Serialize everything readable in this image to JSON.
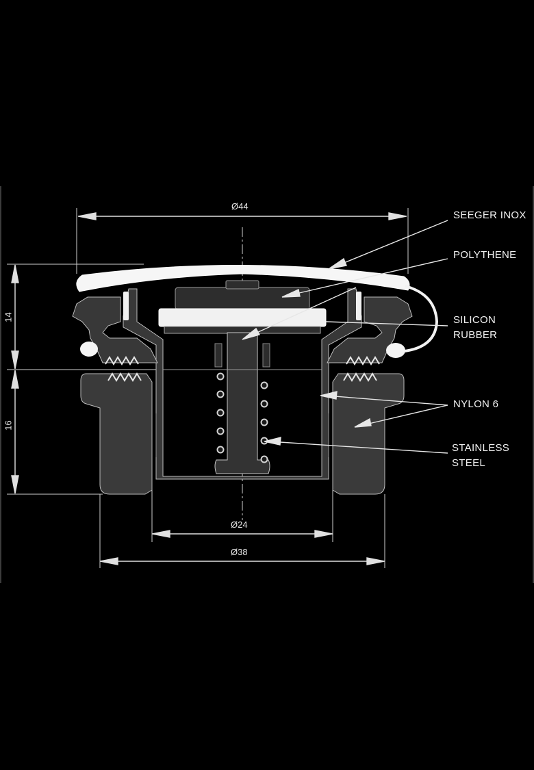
{
  "labels": {
    "seeger_inox": "SEEGER INOX",
    "polythene": "POLYTHENE",
    "silicon_line1": "SILICON",
    "silicon_line2": "RUBBER",
    "nylon": "NYLON 6",
    "stainless_line1": "STAINLESS",
    "stainless_line2": "STEEL"
  },
  "dimensions": {
    "top_width": "Ø44",
    "inner_width": "Ø24",
    "bottom_width": "Ø38",
    "upper_height": "14",
    "lower_height": "16"
  },
  "colors": {
    "background": "#000000",
    "body": "#3a3a3a",
    "light": "#f4f4f4",
    "line": "#d8d8d8"
  }
}
